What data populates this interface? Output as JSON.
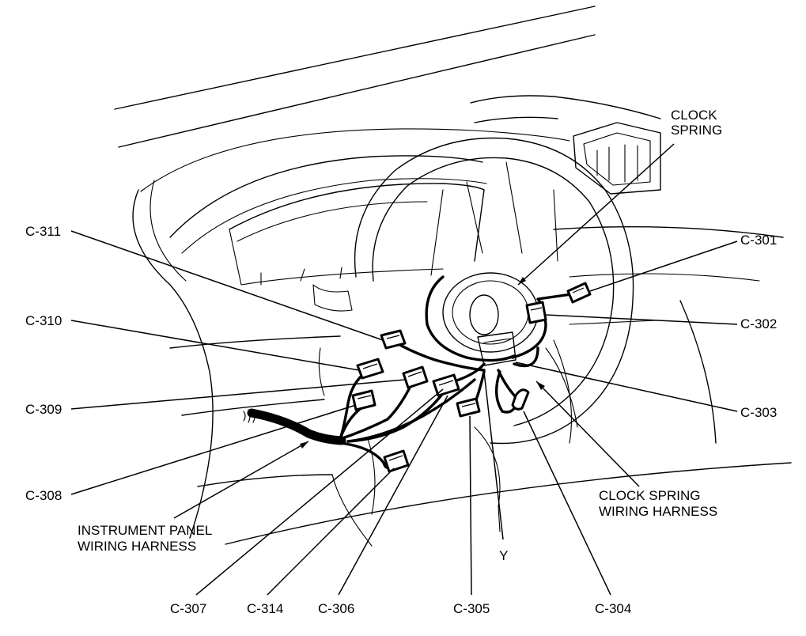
{
  "labels": {
    "clock_spring_line1": "CLOCK",
    "clock_spring_line2": "SPRING",
    "c301": "C-301",
    "c302": "C-302",
    "c303": "C-303",
    "clock_spring_harness_line1": "CLOCK SPRING",
    "clock_spring_harness_line2": "WIRING HARNESS",
    "c304": "C-304",
    "c305": "C-305",
    "y": "Y",
    "c306": "C-306",
    "c314": "C-314",
    "c307": "C-307",
    "instrument_panel_line1": "INSTRUMENT PANEL",
    "instrument_panel_line2": "WIRING HARNESS",
    "c308": "C-308",
    "c309": "C-309",
    "c310": "C-310",
    "c311": "C-311"
  }
}
